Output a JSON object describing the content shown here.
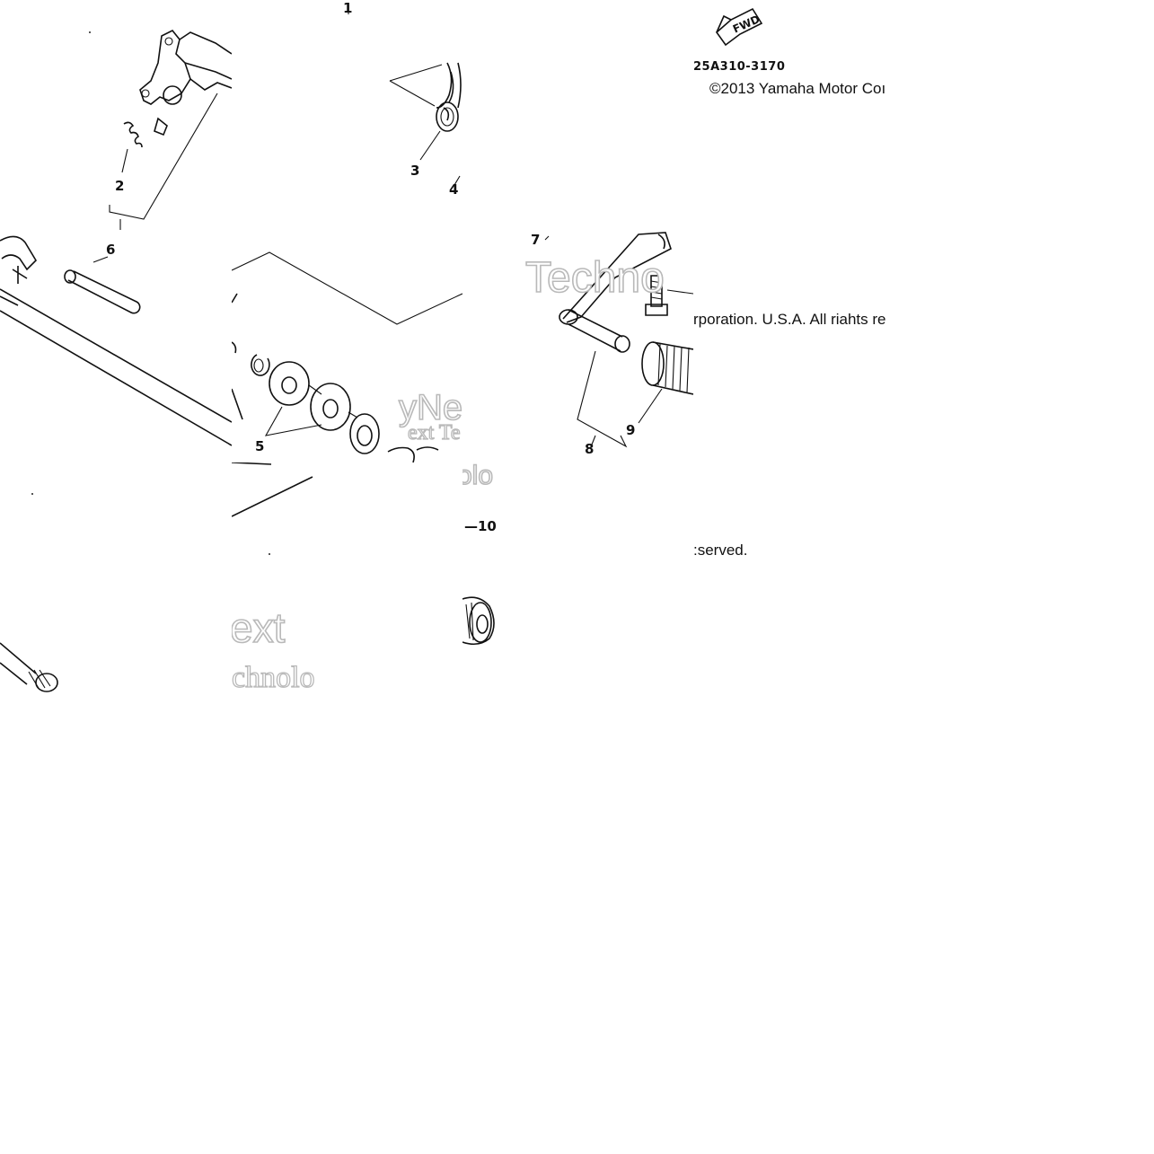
{
  "diagram": {
    "part_code": "25A310-3170",
    "fwd_label": "FWD",
    "copyright_line1": "©2013 Yamaha Motor Coı",
    "copyright_line2": "rporation. U.S.A. All riahts re",
    "copyright_line3": ":served.",
    "callouts": {
      "c1": "1",
      "c2": "2",
      "c3": "3",
      "c4": "4",
      "c5": "5",
      "c6": "6",
      "c7": "7",
      "c8": "8",
      "c9": "9",
      "c10": "—10"
    },
    "watermarks": {
      "w1": "Techno",
      "w2": "yNe",
      "w3": "ext Te",
      "w4": "olo",
      "w5": "ext",
      "w6": "chnolo"
    }
  }
}
